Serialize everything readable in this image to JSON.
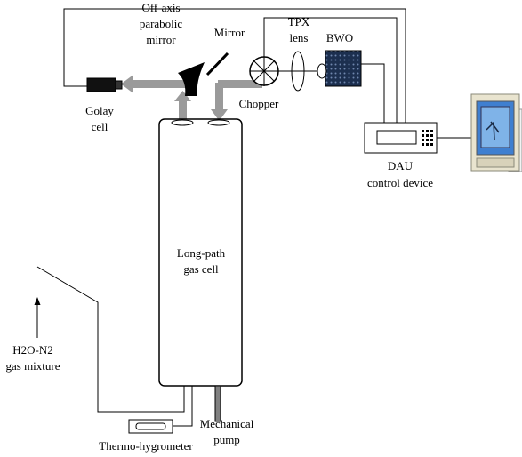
{
  "labels": {
    "off_axis_line1": "Off-axis",
    "off_axis_line2": "parabolic",
    "off_axis_line3": "mirror",
    "mirror": "Mirror",
    "tpx_line1": "TPX",
    "tpx_line2": "lens",
    "bwo": "BWO",
    "golay_line1": "Golay",
    "golay_line2": "cell",
    "chopper": "Chopper",
    "dau_line1": "DAU",
    "dau_line2": "control device",
    "gas_cell_line1": "Long-path",
    "gas_cell_line2": "gas cell",
    "gas_mix_line1": "H2O-N2",
    "gas_mix_line2": "gas mixture",
    "pump_line1": "Mechanical",
    "pump_line2": "pump",
    "thermo": "Thermo-hygrometer"
  }
}
